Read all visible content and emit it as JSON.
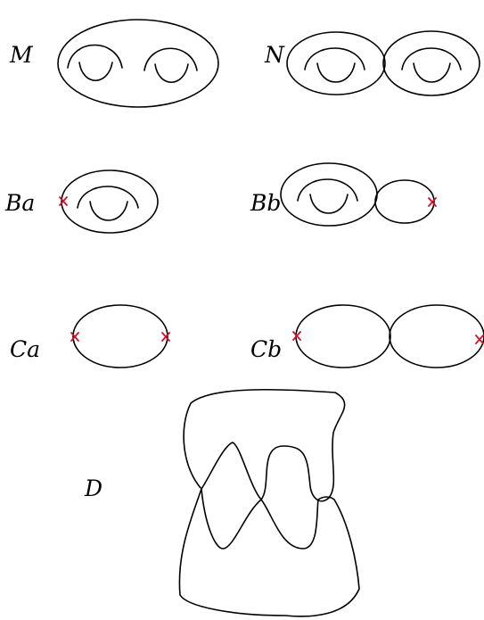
{
  "labels": {
    "M": "M",
    "N": "N",
    "Ba": "Ba",
    "Bb": "Bb",
    "Ca": "Ca",
    "Cb": "Cb",
    "D": "D"
  },
  "colors": {
    "stroke": "#000000",
    "marker": "#d0112b"
  },
  "marker_icon": "cross-mark-icon"
}
